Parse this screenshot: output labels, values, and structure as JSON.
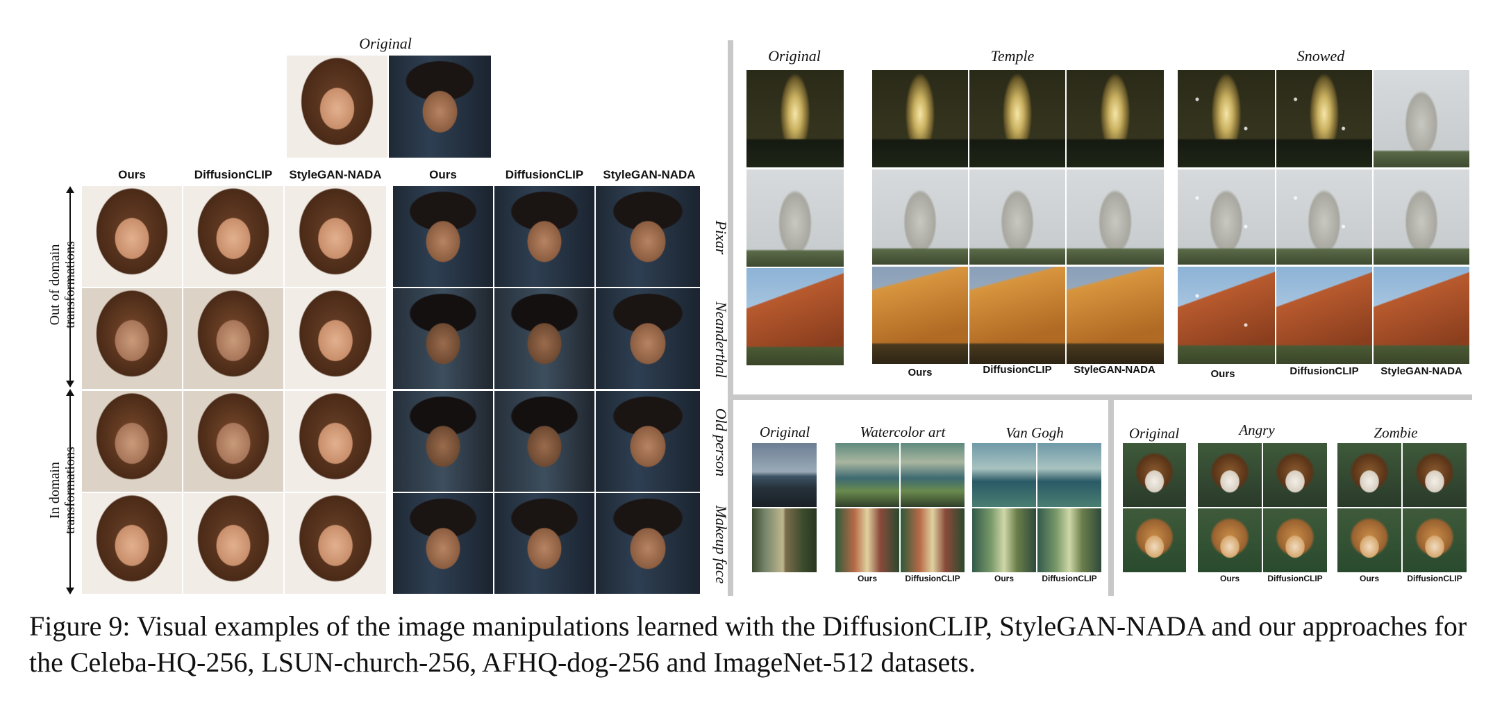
{
  "faces_panel": {
    "original_title": "Original",
    "method_headers": [
      "Ours",
      "DiffusionCLIP",
      "StyleGAN-NADA",
      "Ours",
      "DiffusionCLIP",
      "StyleGAN-NADA"
    ],
    "row_labels": [
      "Pixar",
      "Neanderthal",
      "Old person",
      "Makeup face"
    ],
    "group_labels": [
      "Out of domain transformations",
      "In domain transformations"
    ]
  },
  "church_panel": {
    "column_titles": [
      "Original",
      "Temple",
      "Snowed"
    ],
    "method_footers": [
      "Ours",
      "DiffusionCLIP",
      "StyleGAN-NADA",
      "Ours",
      "DiffusionCLIP",
      "StyleGAN-NADA"
    ]
  },
  "imagenet_panel": {
    "column_titles": [
      "Original",
      "Watercolor art",
      "Van Gogh"
    ],
    "method_footers": [
      "Ours",
      "DiffusionCLIP",
      "Ours",
      "DiffusionCLIP"
    ]
  },
  "dog_panel": {
    "column_titles": [
      "Original",
      "Angry",
      "Zombie"
    ],
    "method_footers": [
      "Ours",
      "DiffusionCLIP",
      "Ours",
      "DiffusionCLIP"
    ]
  },
  "caption": {
    "text": "Figure 9: Visual examples of the image manipulations learned with the DiffusionCLIP, StyleGAN-NADA and our approaches for the Celeba-HQ-256, LSUN-church-256, AFHQ-dog-256 and ImageNet-512 datasets."
  }
}
